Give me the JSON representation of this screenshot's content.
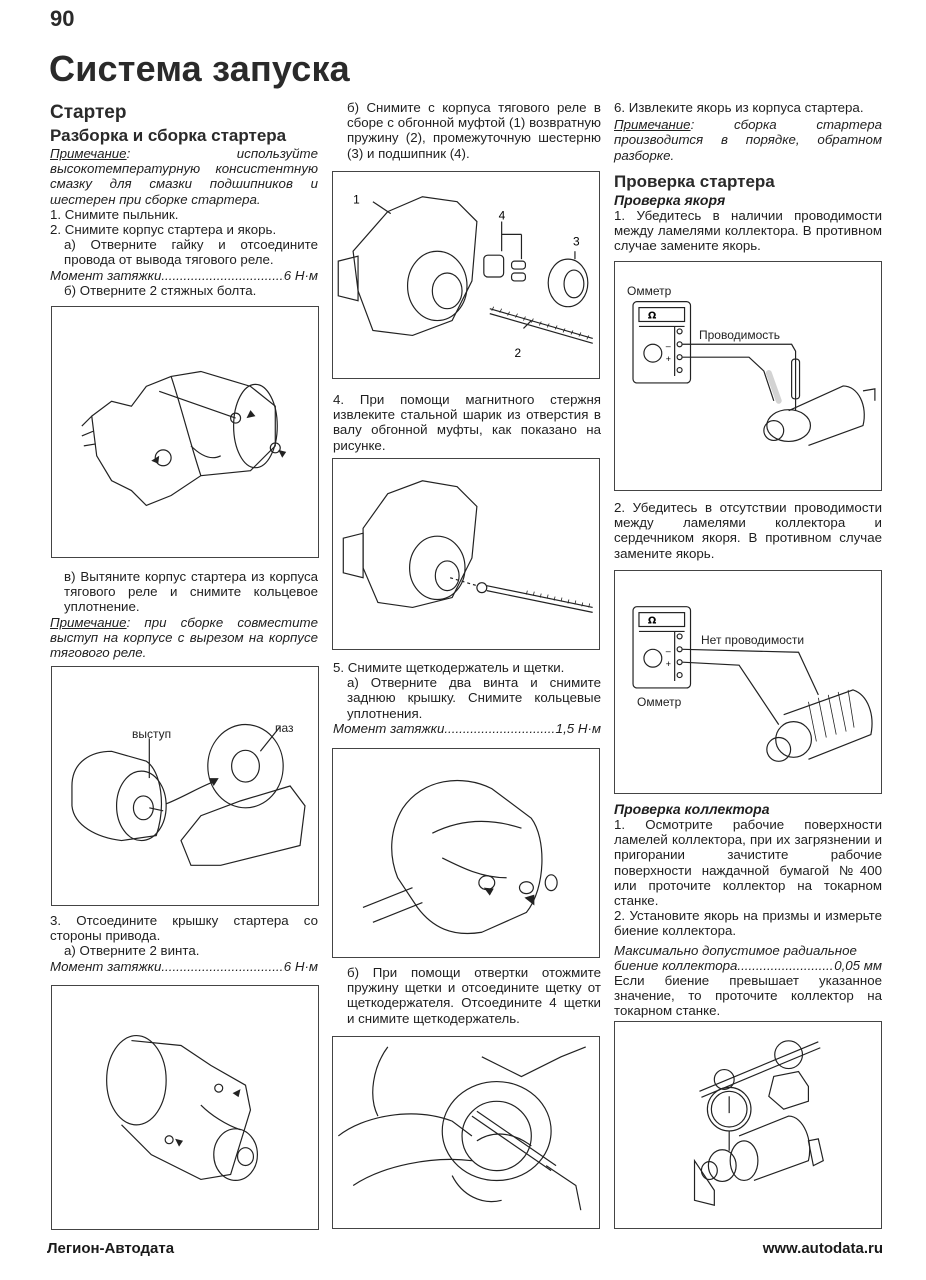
{
  "page": {
    "number": "90",
    "title": "Система запуска"
  },
  "col1": {
    "section_title": "Стартер",
    "subsection_title": "Разборка и сборка стартера",
    "note1_label": "Примечание",
    "note1_text": ": используйте высокотемпературную консистентную смазку для смазки подшипников и шестерен при сборке стартера.",
    "step1": "1. Снимите пыльник.",
    "step2": "2. Снимите корпус стартера и якорь.",
    "step2a": "а) Отверните гайку и отсоедините провода от вывода тягового реле.",
    "torque1_label": "Момент затяжки",
    "torque1_value": "6 Н·м",
    "step2b": "б) Отверните 2 стяжных болта.",
    "step2v": "в) Вытяните корпус стартера из корпуса тягового реле и снимите кольцевое уплотнение.",
    "note2_label": "Примечание",
    "note2_text": ": при сборке совместите выступ на корпусе с вырезом на корпусе тягового реле.",
    "fig2_label_protrusion": "выступ",
    "fig2_label_groove": "паз",
    "step3": "3. Отсоедините крышку стартера со стороны привода.",
    "step3a": "а) Отверните 2 винта.",
    "torque2_label": "Момент затяжки",
    "torque2_value": "6 Н·м"
  },
  "col2": {
    "step2b_cont": "б) Снимите с корпуса тягового реле в сборе с обгонной муфтой (1) возвратную пружину (2), промежуточную шестерню (3) и подшипник (4).",
    "fig_labels": [
      "1",
      "2",
      "3",
      "4"
    ],
    "step4": "4. При помощи магнитного стержня извлеките стальной шарик из отверстия в валу обгонной муфты, как показано на рисунке.",
    "step5": "5. Снимите щеткодержатель и щетки.",
    "step5a": "а) Отверните два винта и снимите заднюю крышку. Снимите кольцевые уплотнения.",
    "torque3_label": "Момент затяжки",
    "torque3_value": "1,5 Н·м",
    "step5b": "б) При помощи отвертки отожмите пружину щетки и отсоедините щетку от щеткодержателя. Отсоедините 4 щетки и снимите щеткодержатель."
  },
  "col3": {
    "step6": "6. Извлеките якорь из корпуса стартера.",
    "note3_label": "Примечание",
    "note3_text": ": сборка стартера производится в порядке, обратном разборке.",
    "section2_title": "Проверка стартера",
    "sub_armature": "Проверка якоря",
    "arm_step1": "1. Убедитесь в наличии проводимости между ламелями коллектора. В противном случае замените якорь.",
    "fig_ohmmeter_label": "Омметр",
    "fig_ohm_symbol": "Ω",
    "fig_continuity_label": "Проводимость",
    "arm_step2": "2. Убедитесь в отсутствии проводимости между ламелями коллектора и сердечником якоря. В противном случае замените якорь.",
    "fig_no_continuity_label": "Нет проводимости",
    "fig_ohmmeter_label2": "Омметр",
    "sub_commutator": "Проверка коллектора",
    "comm_step1": "1. Осмотрите рабочие поверхности ламелей коллектора, при их загрязнении и пригорании зачистите рабочие поверхности наждачной бумагой №400 или проточите коллектор на токарном станке.",
    "comm_step2": "2. Установите якорь на призмы и измерьте биение коллектора.",
    "spec_label_line1": "Максимально допустимое радиальное",
    "spec_label_line2": "биение коллектора",
    "spec_value": "0,05 мм",
    "comm_note": "Если биение превышает указанное значение, то проточите коллектор на токарном станке."
  },
  "footer": {
    "publisher": "Легион-Автодата",
    "website": "www.autodata.ru"
  }
}
